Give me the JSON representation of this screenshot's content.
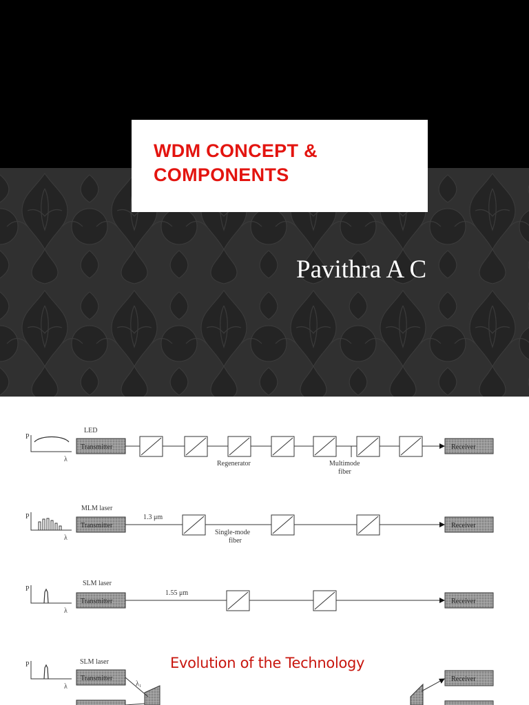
{
  "slide1": {
    "title": "WDM CONCEPT &\nCOMPONENTS",
    "author": "Pavithra A C"
  },
  "slide2": {
    "caption": "Evolution of the Technology",
    "axis_p": "P",
    "axis_lambda": "λ",
    "transmitter_label": "Transmitter",
    "receiver_label": "Receiver",
    "rows": [
      {
        "source": "LED"
      },
      {
        "source": "MLM laser",
        "wavelength": "1.3 μm",
        "fiber": "Single-mode\nfiber"
      },
      {
        "source": "SLM laser",
        "wavelength": "1.55 μm"
      },
      {
        "source": "SLM laser",
        "channel": "λ₁"
      }
    ],
    "row1_labels": {
      "regenerator": "Regenerator",
      "fiber": "Multimode\nfiber"
    }
  }
}
